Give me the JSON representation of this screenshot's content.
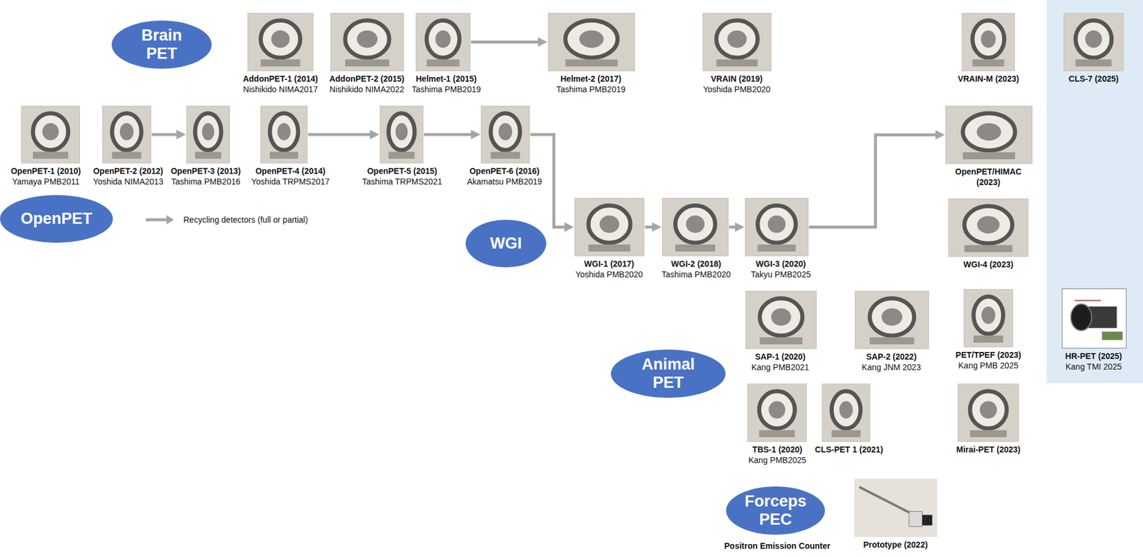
{
  "diagram": {
    "nodes": [
      {
        "text": [
          "Brain PET"
        ]
      },
      {
        "text": [
          "AddonPET-1 (2014)",
          "Nishikido NIMA2017"
        ]
      },
      {
        "text": [
          "AddonPET-2 (2015)",
          "Nishikido NIMA2022"
        ]
      },
      {
        "text": [
          "Helmet-1 (2015)",
          "Tashima PMB2019"
        ]
      },
      {
        "text": [
          "Helmet-2 (2017)",
          "Tashima PMB2019"
        ]
      },
      {
        "text": [
          "VRAIN (2019)",
          "Yoshida PMB2020"
        ]
      },
      {
        "text": [
          "VRAIN-M (2023)"
        ]
      },
      {
        "text": [
          "CLS-7 (2025)"
        ]
      },
      {
        "text": [
          "OpenPET-1 (2010)",
          "Yamaya PMB2011"
        ]
      },
      {
        "text": [
          "OpenPET-2 (2012)",
          "Yoshida NIMA2013"
        ]
      },
      {
        "text": [
          "OpenPET-3 (2013)",
          "Tashima PMB2016"
        ]
      },
      {
        "text": [
          "OpenPET-4 (2014)",
          "Yoshida TRPMS2017"
        ]
      },
      {
        "text": [
          "OpenPET-5 (2015)",
          "Tashima TRPMS2021"
        ]
      },
      {
        "text": [
          "OpenPET-6 (2016)",
          "Akamatsu PMB2019"
        ]
      },
      {
        "text": [
          "OpenPET/HIMAC (2023)"
        ]
      },
      {
        "text": [
          "OpenPET"
        ]
      },
      {
        "text": [
          "WGI"
        ]
      },
      {
        "text": [
          "WGI-1 (2017)",
          "Yoshida PMB2020"
        ]
      },
      {
        "text": [
          "WGI-2 (2018)",
          "Tashima PMB2020"
        ]
      },
      {
        "text": [
          "WGI-3 (2020)",
          "Takyu PMB2025"
        ]
      },
      {
        "text": [
          "WGI-4 (2023)"
        ]
      },
      {
        "text": [
          "SAP-1 (2020)",
          "Kang PMB2021"
        ]
      },
      {
        "text": [
          "SAP-2 (2022)",
          "Kang JNM 2023"
        ]
      },
      {
        "text": [
          "PET/TPEF (2023)",
          "Kang PMB 2025"
        ]
      },
      {
        "text": [
          "HR-PET (2025)",
          "Kang TMI 2025"
        ]
      },
      {
        "text": [
          "Animal PET"
        ]
      },
      {
        "text": [
          "TBS-1 (2020)",
          "Kang PMB2025"
        ]
      },
      {
        "text": [
          "CLS-PET 1 (2021)"
        ]
      },
      {
        "text": [
          "Mirai-PET (2023)"
        ]
      },
      {
        "text": [
          "Forceps PEC"
        ]
      },
      {
        "text": [
          "Prototype (2022)"
        ]
      }
    ],
    "edges": [
      {
        "from": 3,
        "to": 4,
        "arrow": "to"
      },
      {
        "from": 9,
        "to": 10,
        "arrow": "to"
      },
      {
        "from": 11,
        "to": 12,
        "arrow": "to"
      },
      {
        "from": 12,
        "to": 13,
        "arrow": "to"
      },
      {
        "from": 13,
        "to": 17,
        "arrow": "to"
      },
      {
        "from": 17,
        "to": 18,
        "arrow": "to"
      },
      {
        "from": 18,
        "to": 19,
        "arrow": "to"
      },
      {
        "from": 19,
        "to": 14,
        "arrow": "to"
      }
    ],
    "labels": [
      "Positron Emission Counter"
    ],
    "legend": [
      {
        "text": "Recycling detectors (full or partial)"
      }
    ]
  }
}
